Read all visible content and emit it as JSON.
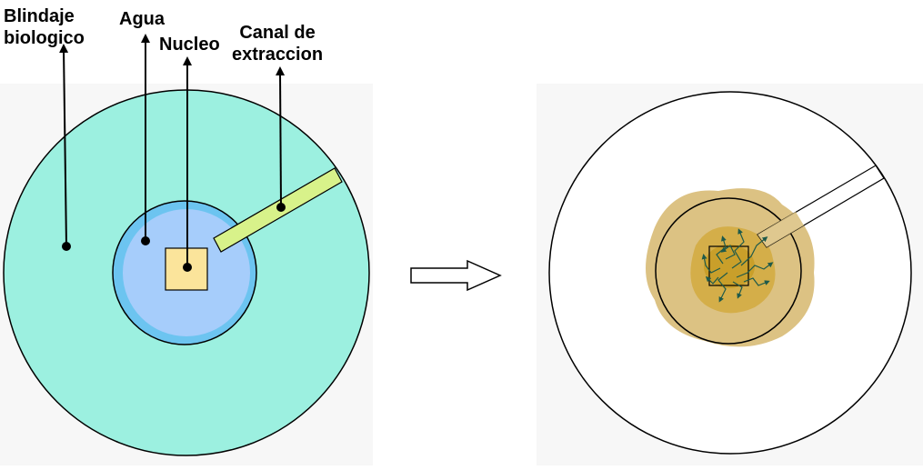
{
  "labels": {
    "blindaje": "Blindaje\nbiologico",
    "agua": "Agua",
    "nucleo": "Nucleo",
    "canal": "Canal de\nextraccion"
  },
  "colors": {
    "panel_bg": "#f7f7f7",
    "shield": "#9cf0e0",
    "water_outer": "#6cc4f0",
    "water_inner": "#a6cdfb",
    "core": "#fbe49b",
    "channel": "#d8f28a",
    "contamination_outer": "#dcc283",
    "contamination_mid": "#d4ae49",
    "contamination_inner": "#c99f2a",
    "particle_path": "#1e5a4a",
    "line": "#000000"
  },
  "icons": {
    "arrow": "right-arrow-icon"
  }
}
